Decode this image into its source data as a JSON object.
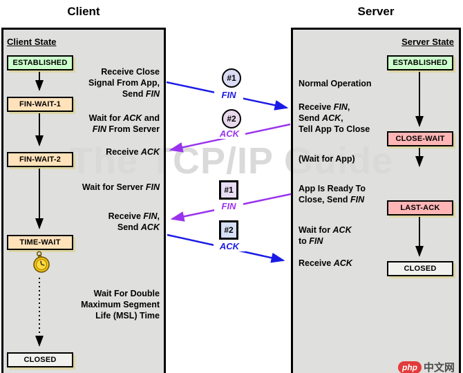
{
  "titles": {
    "client": "Client",
    "server": "Server"
  },
  "watermark": "The TCP/IP Guide",
  "colors": {
    "blue": "#1a1ae6",
    "purple": "#9933ee",
    "state_established": "#ccffcc",
    "state_wait": "#ffe2ba",
    "state_close": "#ffb5b5",
    "state_closed": "#f1f1ee",
    "box_shadow": "#ddd6a3"
  },
  "client_panel": {
    "heading": "Client State",
    "states": [
      {
        "label": "ESTABLISHED"
      },
      {
        "label": "FIN-WAIT-1"
      },
      {
        "label": "FIN-WAIT-2"
      },
      {
        "label": "TIME-WAIT"
      },
      {
        "label": "CLOSED"
      }
    ],
    "notes": [
      "Receive Close\nSignal From App,\nSend *FIN*",
      "Wait for *ACK* and\n*FIN* From Server",
      "Receive *ACK*",
      "Wait for Server *FIN*",
      "Receive *FIN*,\nSend *ACK*",
      "Wait For Double\nMaximum Segment\nLife (MSL) Time"
    ]
  },
  "server_panel": {
    "heading": "Server State",
    "states": [
      {
        "label": "ESTABLISHED"
      },
      {
        "label": "CLOSE-WAIT"
      },
      {
        "label": "LAST-ACK"
      },
      {
        "label": "CLOSED"
      }
    ],
    "notes": [
      "Normal Operation",
      "Receive *FIN*,\nSend *ACK*,\nTell App To Close",
      "(Wait for App)",
      "App Is Ready To\nClose, Send *FIN*",
      "Wait for *ACK*\nto *FIN*",
      "Receive *ACK*"
    ]
  },
  "messages": [
    {
      "id": "#1",
      "label": "FIN",
      "shape": "circle",
      "color": "blue",
      "direction": "client-to-server"
    },
    {
      "id": "#2",
      "label": "ACK",
      "shape": "circle",
      "color": "purple",
      "direction": "server-to-client"
    },
    {
      "id": "#1",
      "label": "FIN",
      "shape": "square",
      "color": "purple",
      "direction": "server-to-client"
    },
    {
      "id": "#2",
      "label": "ACK",
      "shape": "square",
      "color": "blue",
      "direction": "client-to-server"
    }
  ],
  "logo": {
    "badge": "php",
    "text": "中文网"
  }
}
